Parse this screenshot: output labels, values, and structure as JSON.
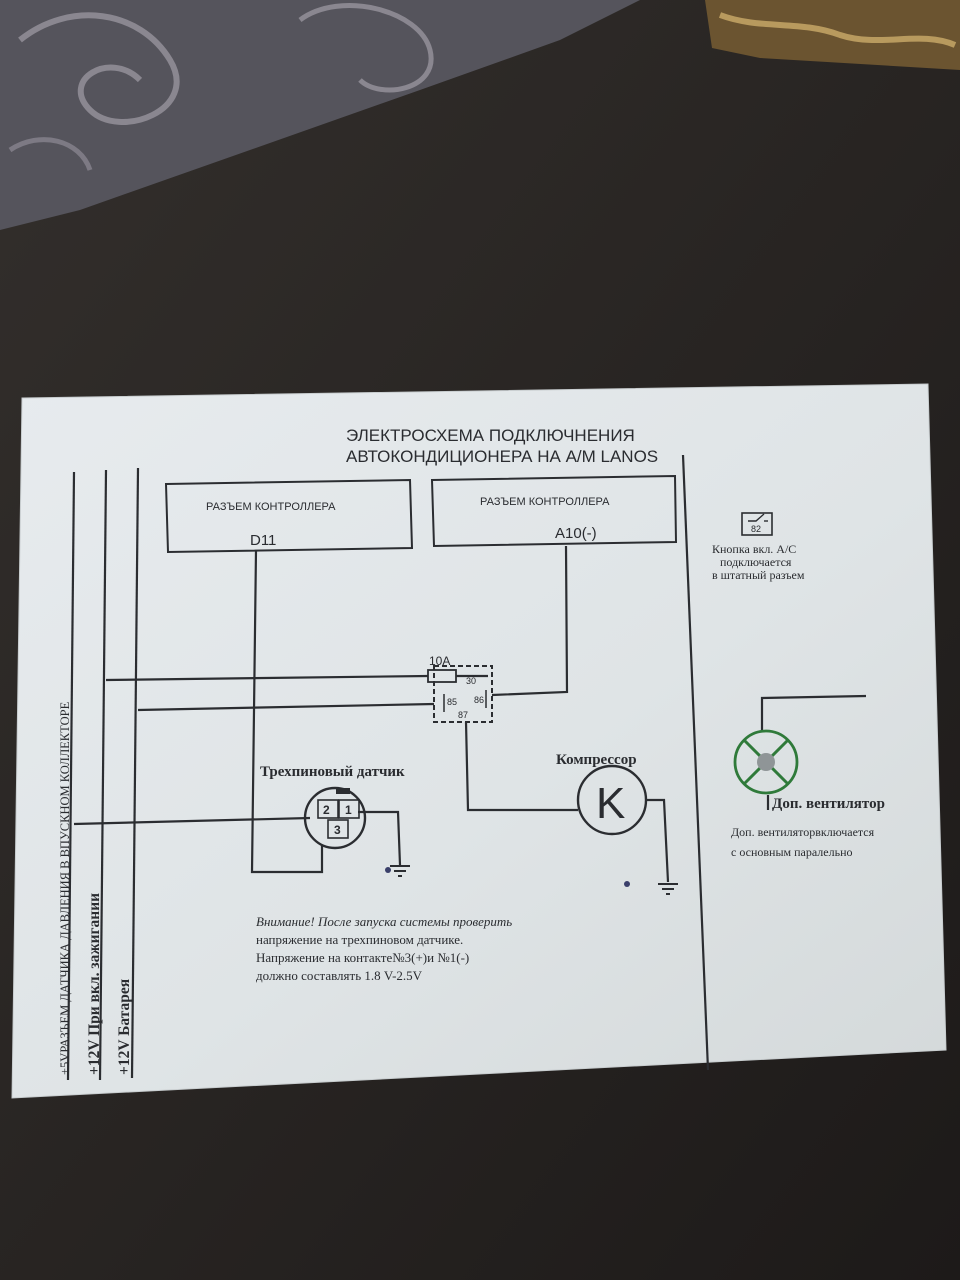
{
  "title": {
    "line1": "ЭЛЕКТРОСХЕМА ПОДКЛЮЧНЕНИЯ",
    "line2": "АВТОКОНДИЦИОНЕРА НА A/M LANOS"
  },
  "connectors": [
    {
      "label": "РАЗЪЕМ КОНТРОЛЛЕРА",
      "pin": "D11"
    },
    {
      "label": "РАЗЪЕМ КОНТРОЛЛЕРА",
      "pin": "A10(-)"
    }
  ],
  "fuse": {
    "label": "10A"
  },
  "relay": {
    "pins": [
      "30",
      "85",
      "86",
      "87"
    ]
  },
  "sensor": {
    "title": "Трехпиновый датчик",
    "pins": [
      "2",
      "1",
      "3"
    ]
  },
  "compressor": {
    "title": "Компрессор",
    "symbol": "K"
  },
  "ac_button": {
    "number": "82",
    "lines": [
      "Кнопка вкл. A/C",
      "подключается",
      "в штатный разъем"
    ]
  },
  "fan": {
    "title": "Доп. вентилятор",
    "lines": [
      "Доп. вентиляторвключается",
      "с основным паралельно"
    ]
  },
  "warning": {
    "lines": [
      "Внимание!  После запуска системы проверить",
      "напряжение на трехпиновом датчике.",
      "Напряжение на контакте№3(+)и №1(-)",
      "должно составлять 1.8 V-2.5V"
    ]
  },
  "rails": [
    "+5VРАЗЪЕМ ДАТЧИКА ДАВЛЕНИЯ В ВПУСКНОМ КОЛЛЕКТОРЕ",
    "+12V При вкл. зажигании",
    "+12V Батарея"
  ],
  "colors": {
    "paper": "#e4e8ea",
    "ink": "#2a2c30",
    "fan_green": "#2f7a3a",
    "background": "#262321"
  }
}
